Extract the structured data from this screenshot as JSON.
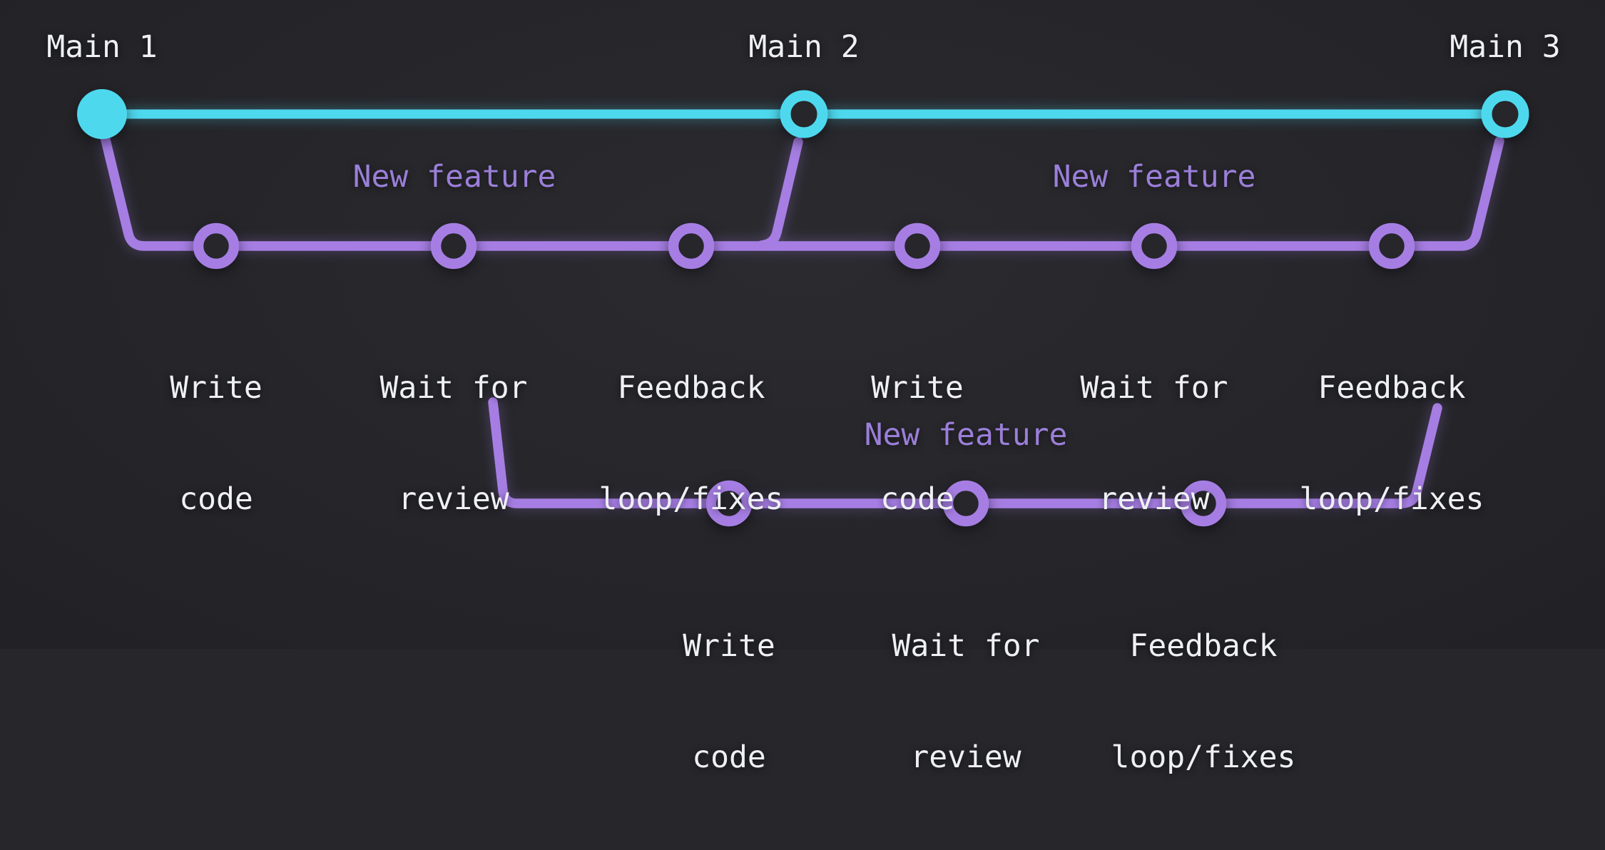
{
  "colors": {
    "background": "#26262b",
    "main_branch": "#4ed8ee",
    "feature_branch": "#a67ee3",
    "feature_label": "#9b7fd9",
    "text": "#eef0f3"
  },
  "main_branch": {
    "commits": [
      {
        "label": "Main 1",
        "node_style": "filled"
      },
      {
        "label": "Main 2",
        "node_style": "ring"
      },
      {
        "label": "Main 3",
        "node_style": "ring"
      }
    ]
  },
  "feature_branches": [
    {
      "label": "New feature",
      "commits": [
        {
          "line1": "Write",
          "line2": "code"
        },
        {
          "line1": "Wait for",
          "line2": "review"
        },
        {
          "line1": "Feedback",
          "line2": "loop/fixes"
        }
      ]
    },
    {
      "label": "New feature",
      "commits": [
        {
          "line1": "Write",
          "line2": "code"
        },
        {
          "line1": "Wait for",
          "line2": "review"
        },
        {
          "line1": "Feedback",
          "line2": "loop/fixes"
        }
      ]
    },
    {
      "label": "New feature",
      "commits": [
        {
          "line1": "Write",
          "line2": "code"
        },
        {
          "line1": "Wait for",
          "line2": "review"
        },
        {
          "line1": "Feedback",
          "line2": "loop/fixes"
        }
      ]
    }
  ]
}
